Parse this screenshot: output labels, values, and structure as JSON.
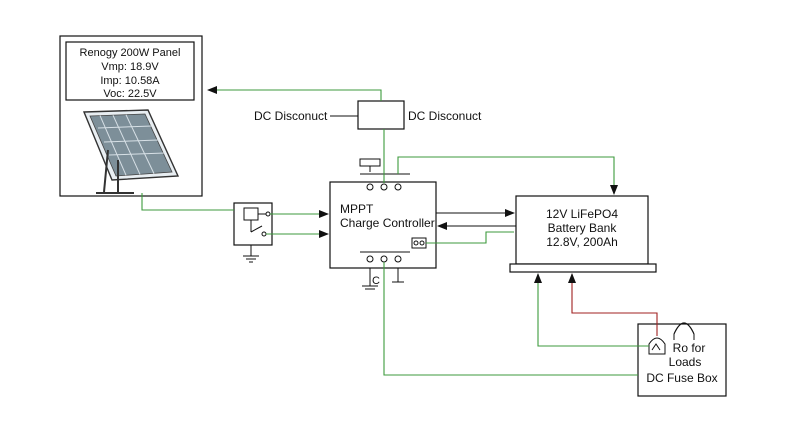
{
  "panel": {
    "title": "Renogy 200W Panel",
    "vmp": "Vmp: 18.9V",
    "imp": "Imp:  10.58A",
    "voc": "Voc: 22.5V"
  },
  "disconnect": {
    "left_label": "DC Disconuct",
    "right_label": "DC Disconuct"
  },
  "controller": {
    "line1": "MPPT",
    "line2": "Charge Controller",
    "ground_label": "C"
  },
  "battery": {
    "line1": "12V LiFePO4",
    "line2": "Battery Bank",
    "line3": "12.8V, 200Ah"
  },
  "fusebox": {
    "line1": "Ro for",
    "line2": "Loads",
    "line3": "DC Fuse Box"
  },
  "colors": {
    "wire_green": "#3c9a3c",
    "wire_red": "#a02020",
    "line": "#111111"
  }
}
